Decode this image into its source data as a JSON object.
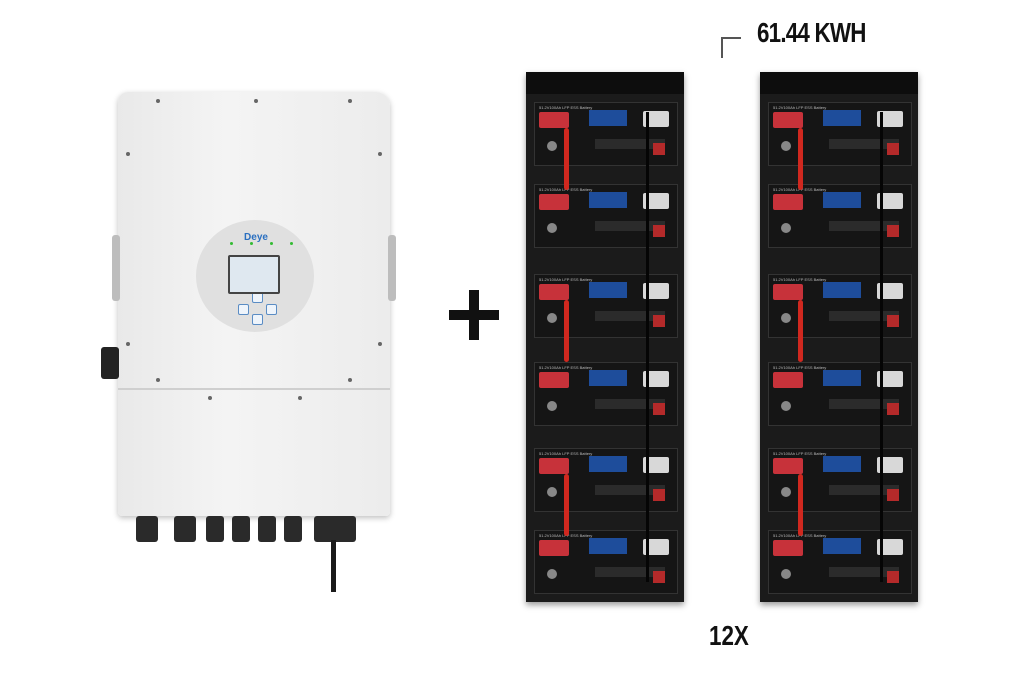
{
  "inverter": {
    "brand_logo": "Deye"
  },
  "plus_symbol": "+",
  "battery_racks": [
    {
      "modules": 6,
      "module_label": "51.2V100Ah LFP ESS Battery"
    },
    {
      "modules": 6,
      "module_label": "51.2V100Ah LFP ESS Battery"
    }
  ],
  "capacity_label": "61.44 KWH",
  "count_label": "12X",
  "colors": {
    "terminal_red": "#c7323a",
    "display_blue": "#1e4d9b",
    "rack": "#1b1b1b"
  }
}
